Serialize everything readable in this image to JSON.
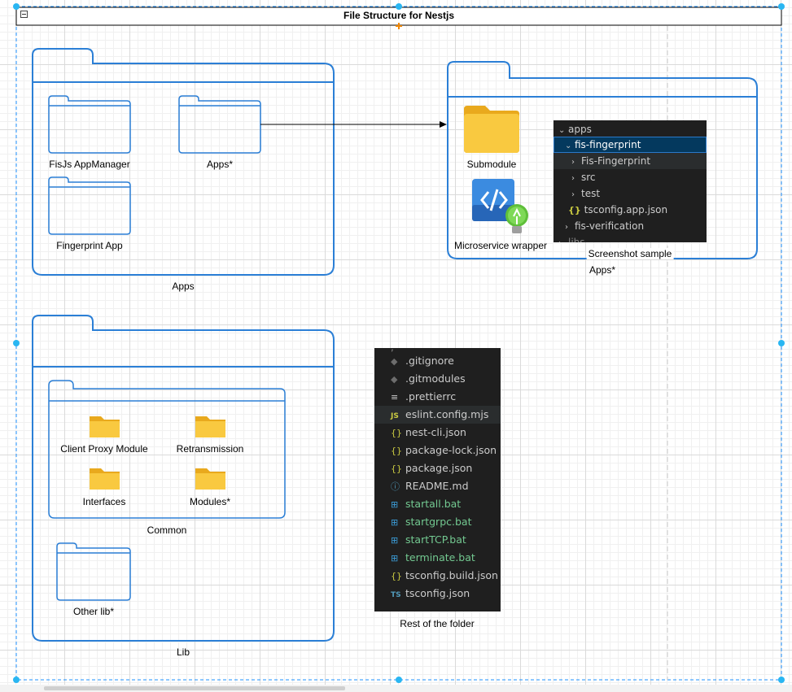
{
  "diagram": {
    "title": "File Structure for Nestjs",
    "apps_group": {
      "label": "Apps",
      "folders": [
        "FisJs AppManager",
        "Apps*",
        "Fingerprint App"
      ]
    },
    "apps_detail_group": {
      "label": "Apps*",
      "submodule_label": "Submodule",
      "microservice_label": "Microservice wrapper",
      "screenshot_label": "Screenshot sample",
      "tree": [
        {
          "text": "apps",
          "chevron": "down"
        },
        {
          "text": "fis-fingerprint",
          "chevron": "down"
        },
        {
          "text": "Fis-Fingerprint",
          "chevron": "right"
        },
        {
          "text": "src",
          "chevron": "right"
        },
        {
          "text": "test",
          "chevron": "right"
        },
        {
          "text": "tsconfig.app.json",
          "icon": "{}"
        },
        {
          "text": "fis-verification",
          "chevron": "right"
        },
        {
          "text": "libs",
          "chevron": "right"
        }
      ]
    },
    "lib_group": {
      "label": "Lib",
      "common_label": "Common",
      "common_folders": [
        "Client Proxy Module",
        "Retransmission",
        "Interfaces",
        "Modules*"
      ],
      "other_label": "Other lib*"
    },
    "rest_folder": {
      "label": "Rest of the folder",
      "files": [
        {
          "name": ".gitignore",
          "icon": "git-icon",
          "glyph": "◆"
        },
        {
          "name": ".gitmodules",
          "icon": "git-icon",
          "glyph": "◆"
        },
        {
          "name": ".prettierrc",
          "icon": "lines-icon",
          "glyph": "≡"
        },
        {
          "name": "eslint.config.mjs",
          "icon": "js-icon",
          "glyph": "JS"
        },
        {
          "name": "nest-cli.json",
          "icon": "json-icon",
          "glyph": "{}"
        },
        {
          "name": "package-lock.json",
          "icon": "json-icon",
          "glyph": "{}"
        },
        {
          "name": "package.json",
          "icon": "json-icon",
          "glyph": "{}"
        },
        {
          "name": "README.md",
          "icon": "info-icon",
          "glyph": "ⓘ"
        },
        {
          "name": "startall.bat",
          "icon": "windows-icon",
          "glyph": "⊞"
        },
        {
          "name": "startgrpc.bat",
          "icon": "windows-icon",
          "glyph": "⊞"
        },
        {
          "name": "startTCP.bat",
          "icon": "windows-icon",
          "glyph": "⊞"
        },
        {
          "name": "terminate.bat",
          "icon": "windows-icon",
          "glyph": "⊞"
        },
        {
          "name": "tsconfig.build.json",
          "icon": "json-icon",
          "glyph": "{}"
        },
        {
          "name": "tsconfig.json",
          "icon": "ts-icon",
          "glyph": "TS"
        }
      ]
    }
  },
  "colors": {
    "folder_stroke": "#2b7fd6",
    "folder_yellow": "#f9c22e",
    "editor_bg": "#1f1f1f",
    "selection_border": "#1e90ff",
    "handle_blue": "#29b6f2"
  }
}
